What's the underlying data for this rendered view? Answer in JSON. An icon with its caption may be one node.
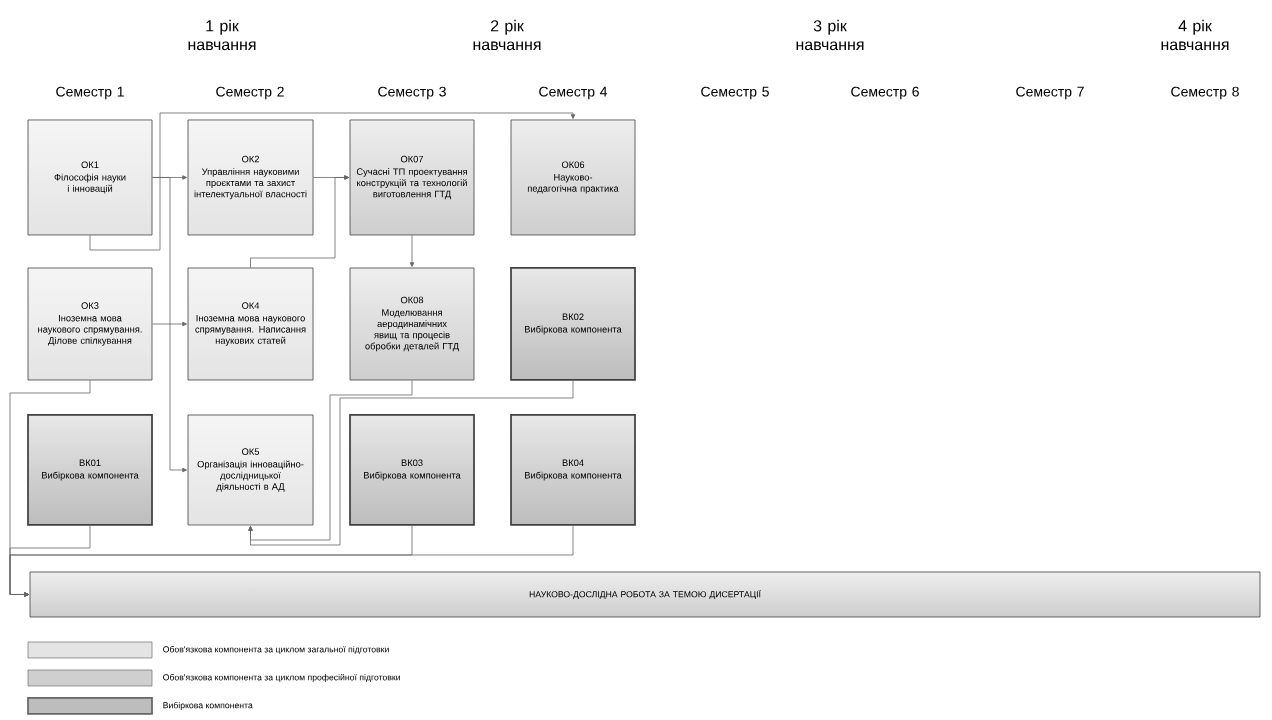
{
  "diagram": {
    "nodes": [
      {
        "text": [
          "ОК1",
          "Філософія науки і інновацій"
        ]
      },
      {
        "text": [
          "ОК2",
          "Управління науковими проєктами та захист інтелектуальної власності"
        ]
      },
      {
        "text": [
          "ОК07",
          "Сучасні ТП проектування конструкцій та технологій виготовлення ГТД"
        ]
      },
      {
        "text": [
          "ОК06",
          "Науково-педагогічна практика"
        ]
      },
      {
        "text": [
          "ОК3",
          "Іноземна мова наукового спрямування. Ділове спілкування"
        ]
      },
      {
        "text": [
          "ОК4",
          "Іноземна мова наукового спрямування. Написання наукових статей"
        ]
      },
      {
        "text": [
          "ОК08",
          "Моделювання аеродинамічних явищ та процесів обробки деталей ГТД"
        ]
      },
      {
        "text": [
          "ВК02",
          "Вибіркова компонента"
        ]
      },
      {
        "text": [
          "ВК01",
          "Вибіркова компонента"
        ]
      },
      {
        "text": [
          "ОК5",
          "Організація інноваційно-дослідницької діяльності в АД"
        ]
      },
      {
        "text": [
          "ВК03",
          "Вибіркова компонента"
        ]
      },
      {
        "text": [
          "ВК04",
          "Вибіркова компонента"
        ]
      },
      {
        "text": [
          "НАУКОВО-ДОСЛІДНА РОБОТА ЗА ТЕМОЮ ДИСЕРТАЦІЇ"
        ]
      }
    ],
    "edges": [
      {
        "from": 0,
        "to": 1,
        "arrow": "to"
      },
      {
        "from": 0,
        "to": 3,
        "arrow": "to"
      },
      {
        "from": 0,
        "to": 9,
        "arrow": "to"
      },
      {
        "from": 1,
        "to": 2,
        "arrow": "to"
      },
      {
        "from": 4,
        "to": 5,
        "arrow": "to"
      },
      {
        "from": 5,
        "to": 2,
        "arrow": "to"
      },
      {
        "from": 2,
        "to": 6,
        "arrow": "to"
      },
      {
        "from": 6,
        "to": 9,
        "arrow": "to"
      },
      {
        "from": 7,
        "to": 9,
        "arrow": "to"
      },
      {
        "from": 8,
        "to": 12,
        "arrow": "to"
      },
      {
        "from": 4,
        "to": 12,
        "arrow": "to"
      },
      {
        "from": 10,
        "to": 12,
        "arrow": "to"
      },
      {
        "from": 11,
        "to": 12,
        "arrow": "to"
      }
    ],
    "labels": [
      "1 рік навчання",
      "2 рік навчання",
      "3 рік навчання",
      "4 рік навчання",
      "Семестр 1",
      "Семестр 2",
      "Семестр 3",
      "Семестр 4",
      "Семестр 5",
      "Семестр 6",
      "Семестр 7",
      "Семестр 8"
    ],
    "legend": [
      {
        "text": "Обов'язкова компонента за циклом загальної підготовки",
        "color": "#e4e4e4"
      },
      {
        "text": "Обов'язкова компонента за циклом професійної підготовки",
        "color": "#cfcfcf"
      },
      {
        "text": "Вибіркова компонента",
        "color": "#bdbdbd"
      }
    ]
  }
}
